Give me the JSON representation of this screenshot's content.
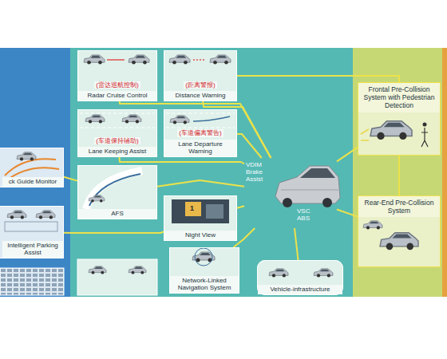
{
  "diagram": {
    "nodes": [
      {
        "text": [
          "(雷达巡航控制)",
          "Radar Cruise Control"
        ]
      },
      {
        "text": [
          "(距离警报)",
          "Distance Warning"
        ]
      },
      {
        "text": [
          "Frontal Pre-Collision System with Pedestrian Detection"
        ]
      },
      {
        "text": [
          "(车道保持辅助)",
          "Lane Keeping Assist"
        ]
      },
      {
        "text": [
          "(车道偏离警告)",
          "Lane Departure Warning"
        ]
      },
      {
        "text": [
          "ck Guide Monitor"
        ]
      },
      {
        "text": [
          "AFS"
        ]
      },
      {
        "text": [
          "VDIM Brake Assist",
          "VSC ABS"
        ]
      },
      {
        "text": [
          "Night View"
        ]
      },
      {
        "text": [
          "Rear-End Pre-Collision System"
        ]
      },
      {
        "text": [
          "Intelligent Parking Assist"
        ]
      },
      {
        "text": [
          "Network-Linked Navigation System"
        ]
      },
      {
        "text": [
          "Vehicle-infrastructure"
        ]
      }
    ],
    "edges": [
      {
        "from": 7,
        "to": 0,
        "arrow": "none"
      },
      {
        "from": 7,
        "to": 1,
        "arrow": "none"
      },
      {
        "from": 7,
        "to": 2,
        "arrow": "none"
      },
      {
        "from": 7,
        "to": 3,
        "arrow": "none"
      },
      {
        "from": 7,
        "to": 4,
        "arrow": "none"
      },
      {
        "from": 7,
        "to": 6,
        "arrow": "none"
      },
      {
        "from": 7,
        "to": 8,
        "arrow": "none"
      },
      {
        "from": 7,
        "to": 9,
        "arrow": "none"
      },
      {
        "from": 7,
        "to": 11,
        "arrow": "none"
      },
      {
        "from": 7,
        "to": 12,
        "arrow": "none"
      },
      {
        "from": 5,
        "to": 6,
        "arrow": "none"
      },
      {
        "from": 1,
        "to": 2,
        "arrow": "none"
      },
      {
        "from": 2,
        "to": 9,
        "arrow": "none"
      },
      {
        "from": 10,
        "to": 8,
        "arrow": "none"
      }
    ],
    "labels": [
      "1"
    ]
  }
}
